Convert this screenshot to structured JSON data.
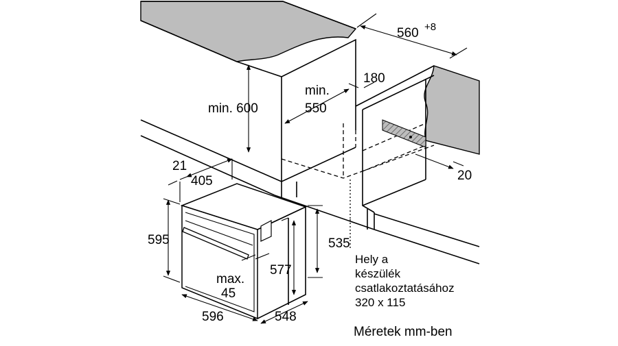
{
  "dimensions": {
    "niche_width": "560",
    "niche_width_tolerance": "+8",
    "cabinet_height_min": "min. 600",
    "niche_depth_min_prefix": "min.",
    "niche_depth_min_value": "550",
    "back_gap": "180",
    "front_offset": "20",
    "frame_offset": "21",
    "top_depth": "405",
    "front_height": "595",
    "body_height": "535",
    "inner_height": "577",
    "handle_depth_prefix": "max.",
    "handle_depth_value": "45",
    "front_width": "596",
    "body_depth": "548"
  },
  "connection_note": {
    "line1": "Hely a",
    "line2": "készülék",
    "line3": "csatlakoztatásához",
    "line4": "320 x 115"
  },
  "units_note": "Méretek mm-ben"
}
